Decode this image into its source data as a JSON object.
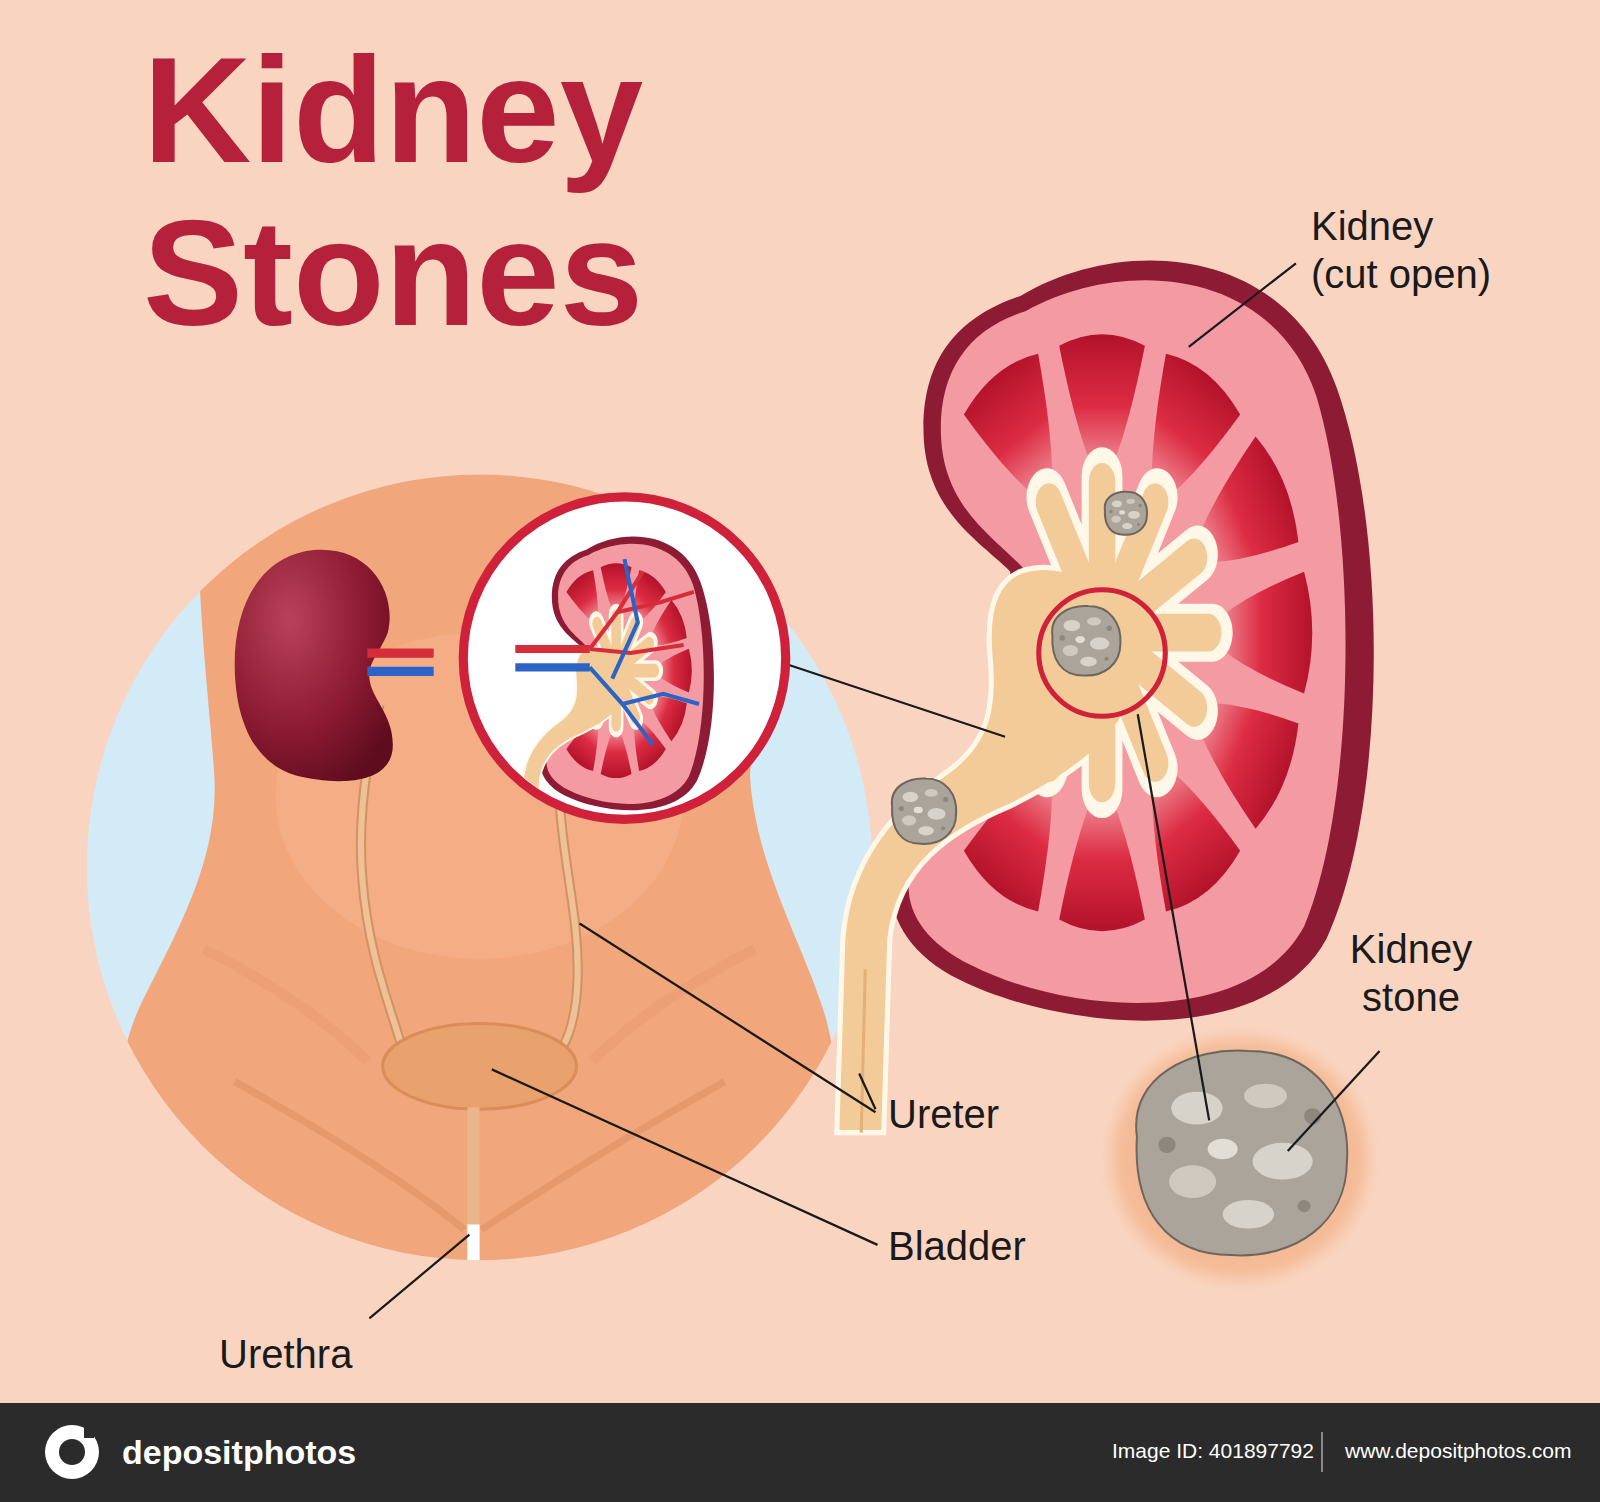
{
  "diagram": {
    "title": "Kidney Stones",
    "labels": [
      "Kidney (cut open)",
      "Kidney stone",
      "Ureter",
      "Bladder",
      "Urethra",
      "depositphotos",
      "Image ID: 401897792",
      "www.depositphotos.com"
    ]
  }
}
